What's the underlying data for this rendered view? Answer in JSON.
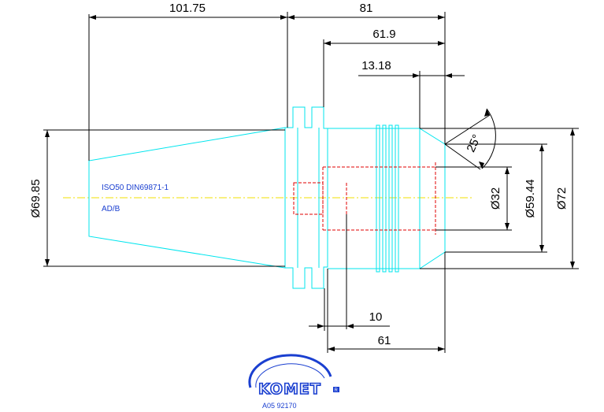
{
  "drawing": {
    "dimensions": {
      "taper_length": "101.75",
      "overall_right": "81",
      "body_length": "61.9",
      "bore_offset": "13.18",
      "chamfer_angle": "25°",
      "bore_diameter": "Ø32",
      "face_diameter": "Ø59.44",
      "body_diameter": "Ø72",
      "flange_diameter": "Ø69.85",
      "groove_width": "10",
      "bottom_length": "61"
    },
    "spec_label": "ISO50 DIN69871-1",
    "variant_label": "AD/B",
    "logo_text": "KOMET",
    "logo_mark": "R",
    "doc_number": "A05 92170"
  },
  "colors": {
    "outline": "#00e5ee",
    "hidden": "#e00000",
    "centerline": "#f0e000",
    "dimension": "#000000",
    "brand": "#1a3fd0"
  }
}
